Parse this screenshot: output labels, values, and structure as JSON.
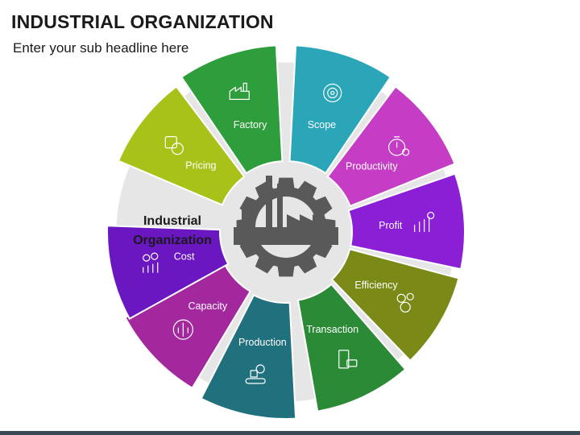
{
  "title": "INDUSTRIAL ORGANIZATION",
  "subtitle": "Enter your sub headline here",
  "center": {
    "line1": "Industrial",
    "line2": "Organization",
    "icon": "factory-gear-icon"
  },
  "segments": [
    {
      "label": "Factory",
      "color": "#2e9e3d",
      "icon": "factory-icon"
    },
    {
      "label": "Scope",
      "color": "#2aa6b8",
      "icon": "target-gear-icon"
    },
    {
      "label": "Productivity",
      "color": "#c43dc4",
      "icon": "stopwatch-gear-icon"
    },
    {
      "label": "Profit",
      "color": "#8a1fd6",
      "icon": "growth-chart-icon"
    },
    {
      "label": "Efficiency",
      "color": "#7b8a16",
      "icon": "efficiency-gears-icon"
    },
    {
      "label": "Transaction",
      "color": "#2b8a35",
      "icon": "payment-terminal-icon"
    },
    {
      "label": "Production",
      "color": "#20707e",
      "icon": "conveyor-icon"
    },
    {
      "label": "Capacity",
      "color": "#a3289e",
      "icon": "capacity-arrows-icon"
    },
    {
      "label": "Cost",
      "color": "#6a17c2",
      "icon": "coins-chart-icon"
    },
    {
      "label": "Pricing",
      "color": "#a8c21a",
      "icon": "pricing-tag-icon"
    }
  ],
  "colors": {
    "ring": "#e6e6e6",
    "gear": "#595959",
    "footer": "#3b4a57"
  }
}
